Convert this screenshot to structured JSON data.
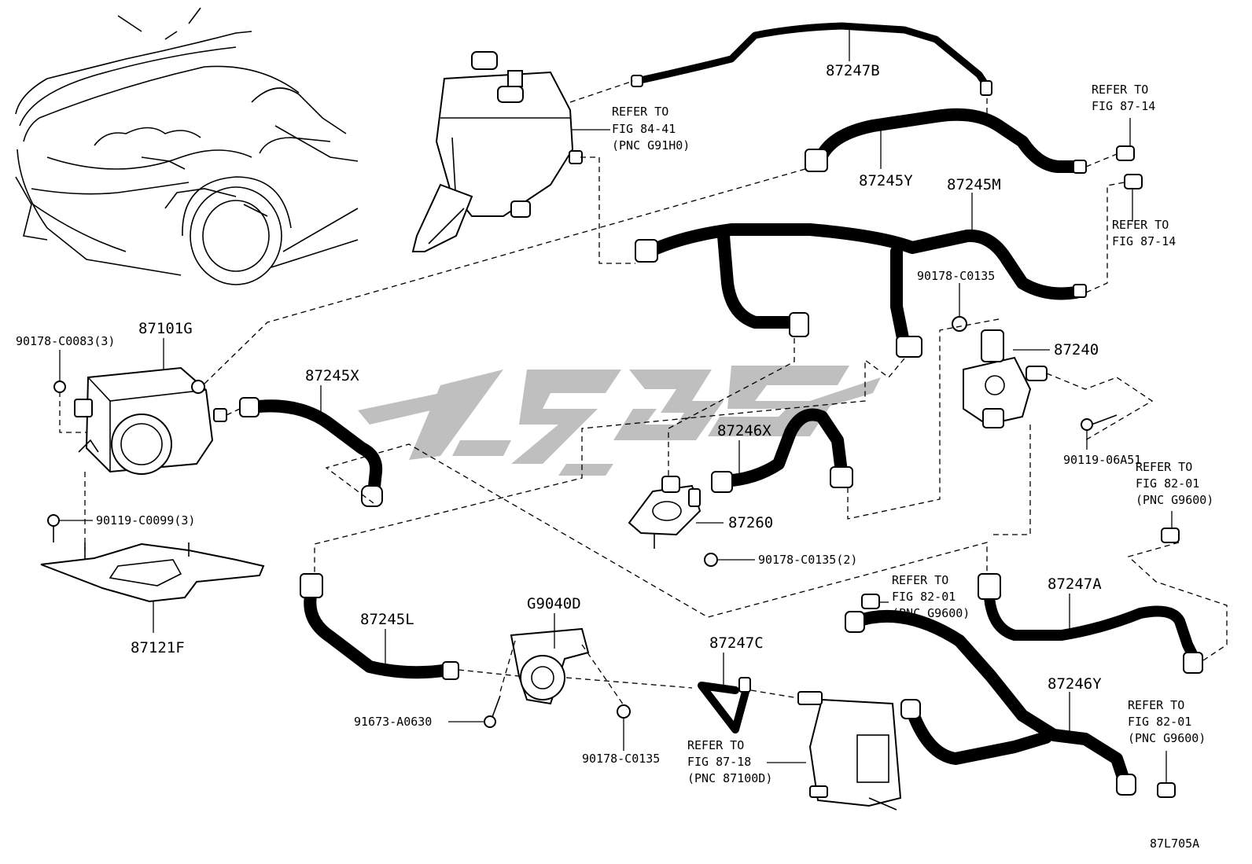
{
  "diagram": {
    "figure_code": "87L705A",
    "part_labels": [
      {
        "id": "87247B",
        "text": "87247B"
      },
      {
        "id": "87245Y",
        "text": "87245Y"
      },
      {
        "id": "87245M",
        "text": "87245M"
      },
      {
        "id": "87101G",
        "text": "87101G"
      },
      {
        "id": "87245X",
        "text": "87245X"
      },
      {
        "id": "87246X",
        "text": "87246X"
      },
      {
        "id": "87240",
        "text": "87240"
      },
      {
        "id": "87260",
        "text": "87260"
      },
      {
        "id": "87121F",
        "text": "87121F"
      },
      {
        "id": "87245L",
        "text": "87245L"
      },
      {
        "id": "G9040D",
        "text": "G9040D"
      },
      {
        "id": "87247C",
        "text": "87247C"
      },
      {
        "id": "87247A",
        "text": "87247A"
      },
      {
        "id": "87246Y",
        "text": "87246Y"
      },
      {
        "id": "90178-C0083",
        "text": "90178-C0083(3)"
      },
      {
        "id": "90119-C0099",
        "text": "90119-C0099(3)"
      },
      {
        "id": "90178-C0135-a",
        "text": "90178-C0135"
      },
      {
        "id": "90178-C0135-b",
        "text": "90178-C0135(2)"
      },
      {
        "id": "90178-C0135-c",
        "text": "90178-C0135"
      },
      {
        "id": "90119-06A51",
        "text": "90119-06A51"
      },
      {
        "id": "91673-A0630",
        "text": "91673-A0630"
      }
    ],
    "refer_notes": [
      {
        "id": "ref-84-41",
        "lines": [
          "REFER TO",
          "FIG 84-41",
          "(PNC G91H0)"
        ]
      },
      {
        "id": "ref-87-14-a",
        "lines": [
          "REFER TO",
          "FIG 87-14"
        ]
      },
      {
        "id": "ref-87-14-b",
        "lines": [
          "REFER TO",
          "FIG 87-14"
        ]
      },
      {
        "id": "ref-82-01-a",
        "lines": [
          "REFER TO",
          "FIG 82-01",
          "(PNC G9600)"
        ]
      },
      {
        "id": "ref-82-01-b",
        "lines": [
          "REFER TO",
          "FIG 82-01",
          "(PNC G9600)"
        ]
      },
      {
        "id": "ref-87-18",
        "lines": [
          "REFER TO",
          "FIG 87-18",
          "(PNC 87100D)"
        ]
      },
      {
        "id": "ref-82-01-c",
        "lines": [
          "REFER TO",
          "FIG 82-01",
          "(PNC G9600)"
        ]
      }
    ]
  },
  "colors": {
    "line": "#000000",
    "watermark": "#bfbfbf",
    "background": "#ffffff"
  }
}
